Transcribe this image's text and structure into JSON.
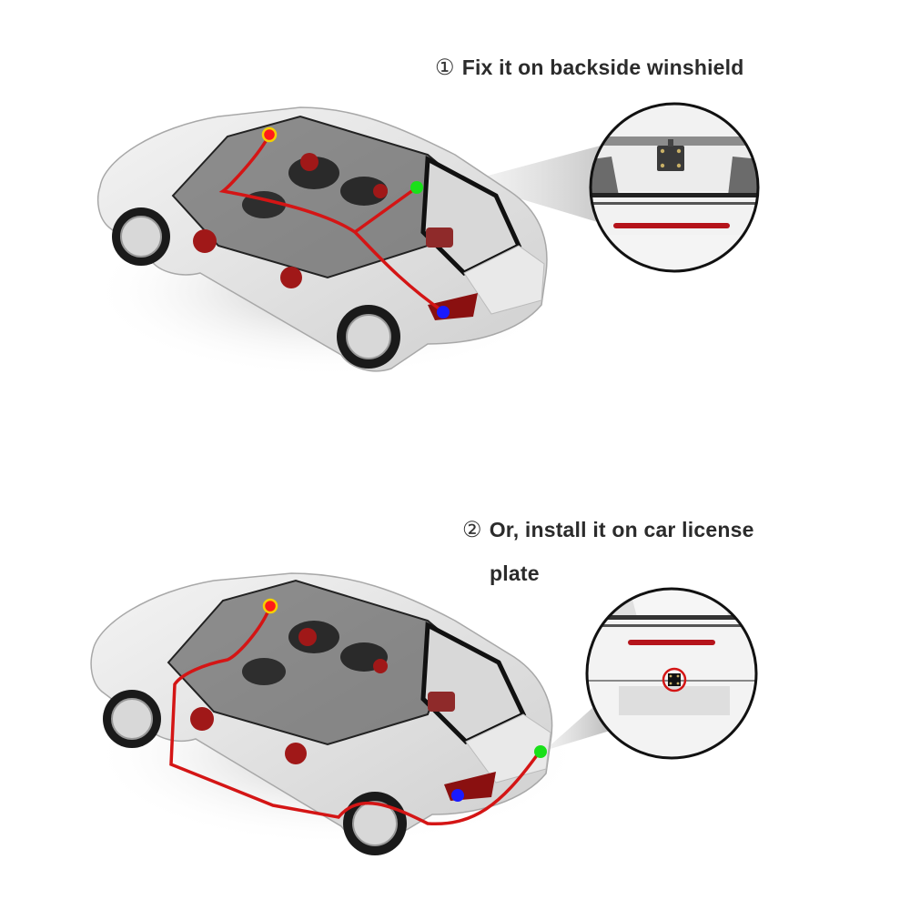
{
  "steps": [
    {
      "number": "①",
      "text": "Fix it on backside winshield",
      "mount_location": "rear windshield"
    },
    {
      "number": "②",
      "text": "Or, install it on car license",
      "text_line2": "plate",
      "mount_location": "license plate"
    }
  ],
  "markers": {
    "front_dashcam": {
      "color": "#ff1a1a",
      "ring": "#f5d000"
    },
    "rear_camera_windshield": {
      "color": "#19e019"
    },
    "rear_camera_plate": {
      "color": "#19e019"
    },
    "reverse_light": {
      "color": "#1a1aff"
    }
  },
  "colors": {
    "wire": "#d41515",
    "car_body": "#e6e6e6",
    "text": "#2b2b2b"
  }
}
